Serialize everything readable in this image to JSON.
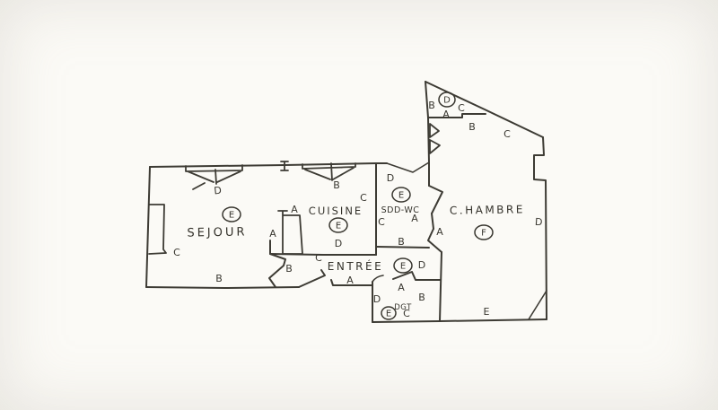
{
  "document": {
    "kind": "hand-drawn apartment floor plan (scanned pencil sketch)",
    "paper_color": "#fbfaf6",
    "ink_color": "#3d3b34"
  },
  "rooms": {
    "sejour": {
      "name": "SEJOUR",
      "badge": "E"
    },
    "cuisine": {
      "name": "CUISINE",
      "badge": "E"
    },
    "sdd_wc": {
      "name": "SDD-WC",
      "badge": "E"
    },
    "chambre": {
      "name": "C.HAMBRE",
      "badge": "F"
    },
    "entree": {
      "name": "ENTRÉE",
      "badge": "E"
    },
    "degagement": {
      "name": "DGT",
      "badge": "E"
    },
    "loft": {
      "name": "",
      "badge": "D"
    }
  },
  "letters": {
    "sejour_window_d": "D",
    "sejour_chimney_c": "C",
    "sejour_bottom_b": "B",
    "sejour_right_a": "A",
    "cuisine_window_b": "B",
    "cuisine_topright_c": "C",
    "cuisine_prefix_a": "A",
    "cuisine_bottom_d": "D",
    "sddwc_top_d": "D",
    "sddwc_left_c": "C",
    "sddwc_right_a": "A",
    "sddwc_bottom_b": "B",
    "chambre_door_a": "A",
    "chambre_right_d": "D",
    "chambre_bottom_e": "E",
    "loft_b": "B",
    "loft_a": "A",
    "loft_c": "C",
    "chambre_top_b": "B",
    "chambre_top_c": "C",
    "entree_left_b": "B",
    "entree_top_c": "C",
    "entree_right_d": "D",
    "entree_bottom_a": "A",
    "dgt_top_a": "A",
    "dgt_left_d": "D",
    "dgt_right_b": "B",
    "dgt_c": "C"
  }
}
